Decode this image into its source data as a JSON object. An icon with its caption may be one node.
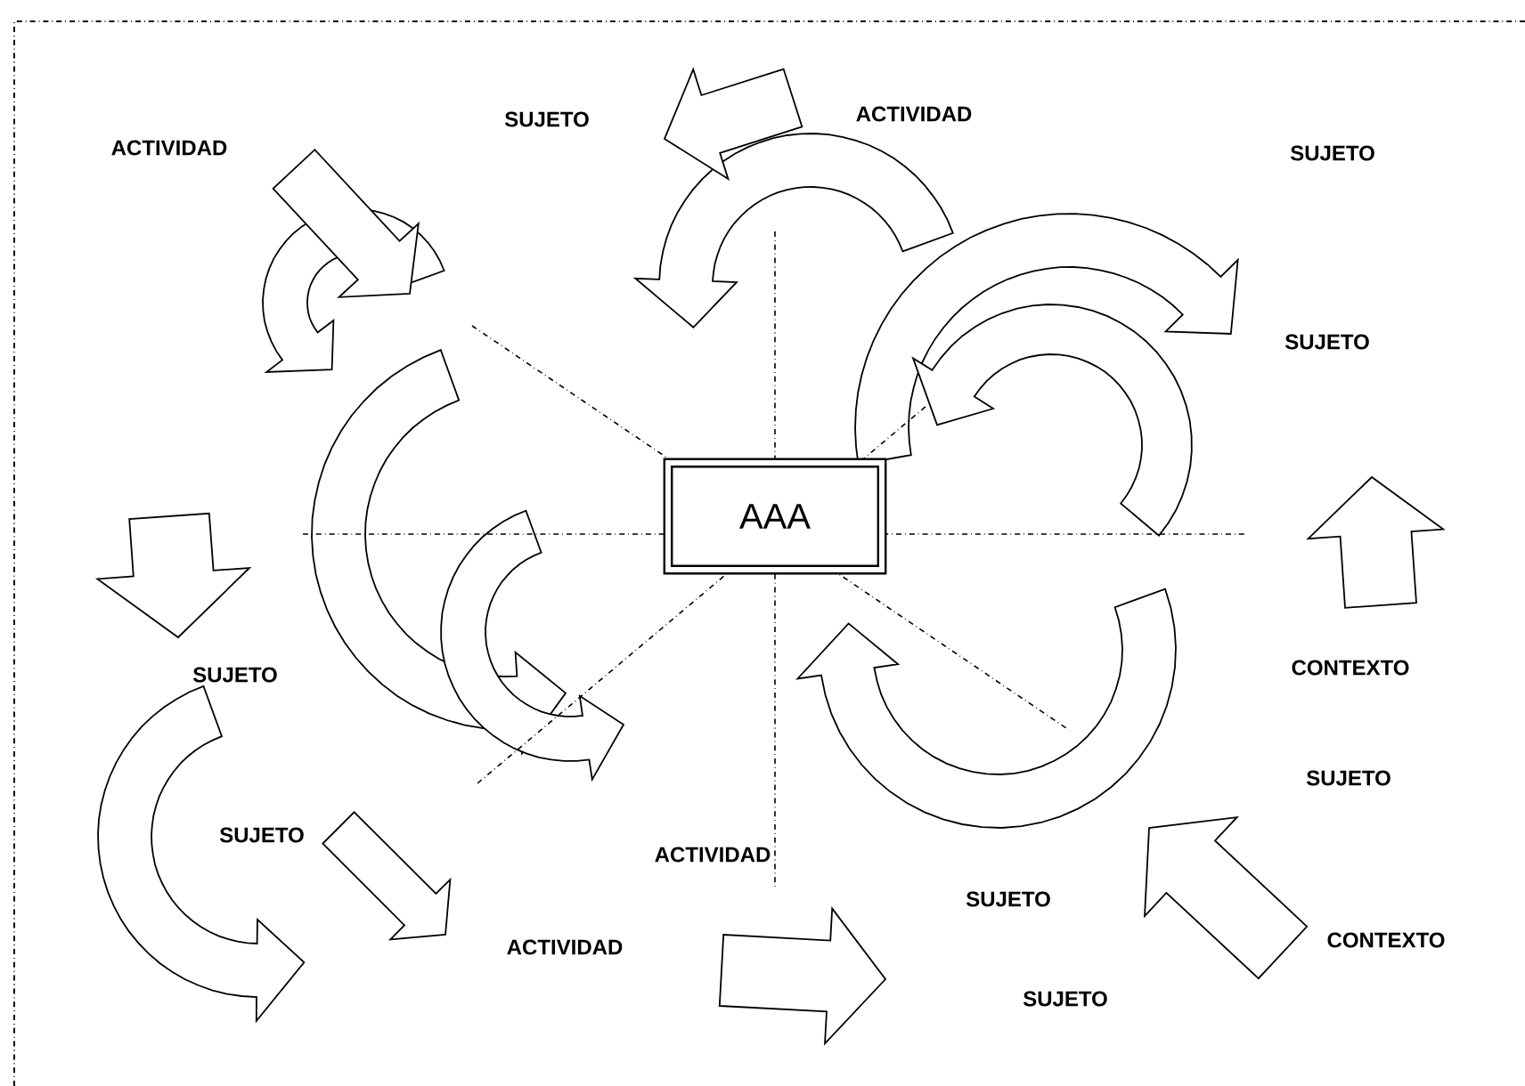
{
  "diagram": {
    "nodes": [
      {
        "text": [
          "AAA"
        ]
      }
    ],
    "labels": [
      "ACTIVIDAD",
      "SUJETO",
      "ACTIVIDAD",
      "SUJETO",
      "SUJETO",
      "SUJETO",
      "CONTEXTO",
      "SUJETO",
      "SUJETO",
      "ACTIVIDAD",
      "SUJETO",
      "CONTEXTO",
      "ACTIVIDAD",
      "SUJETO"
    ]
  }
}
